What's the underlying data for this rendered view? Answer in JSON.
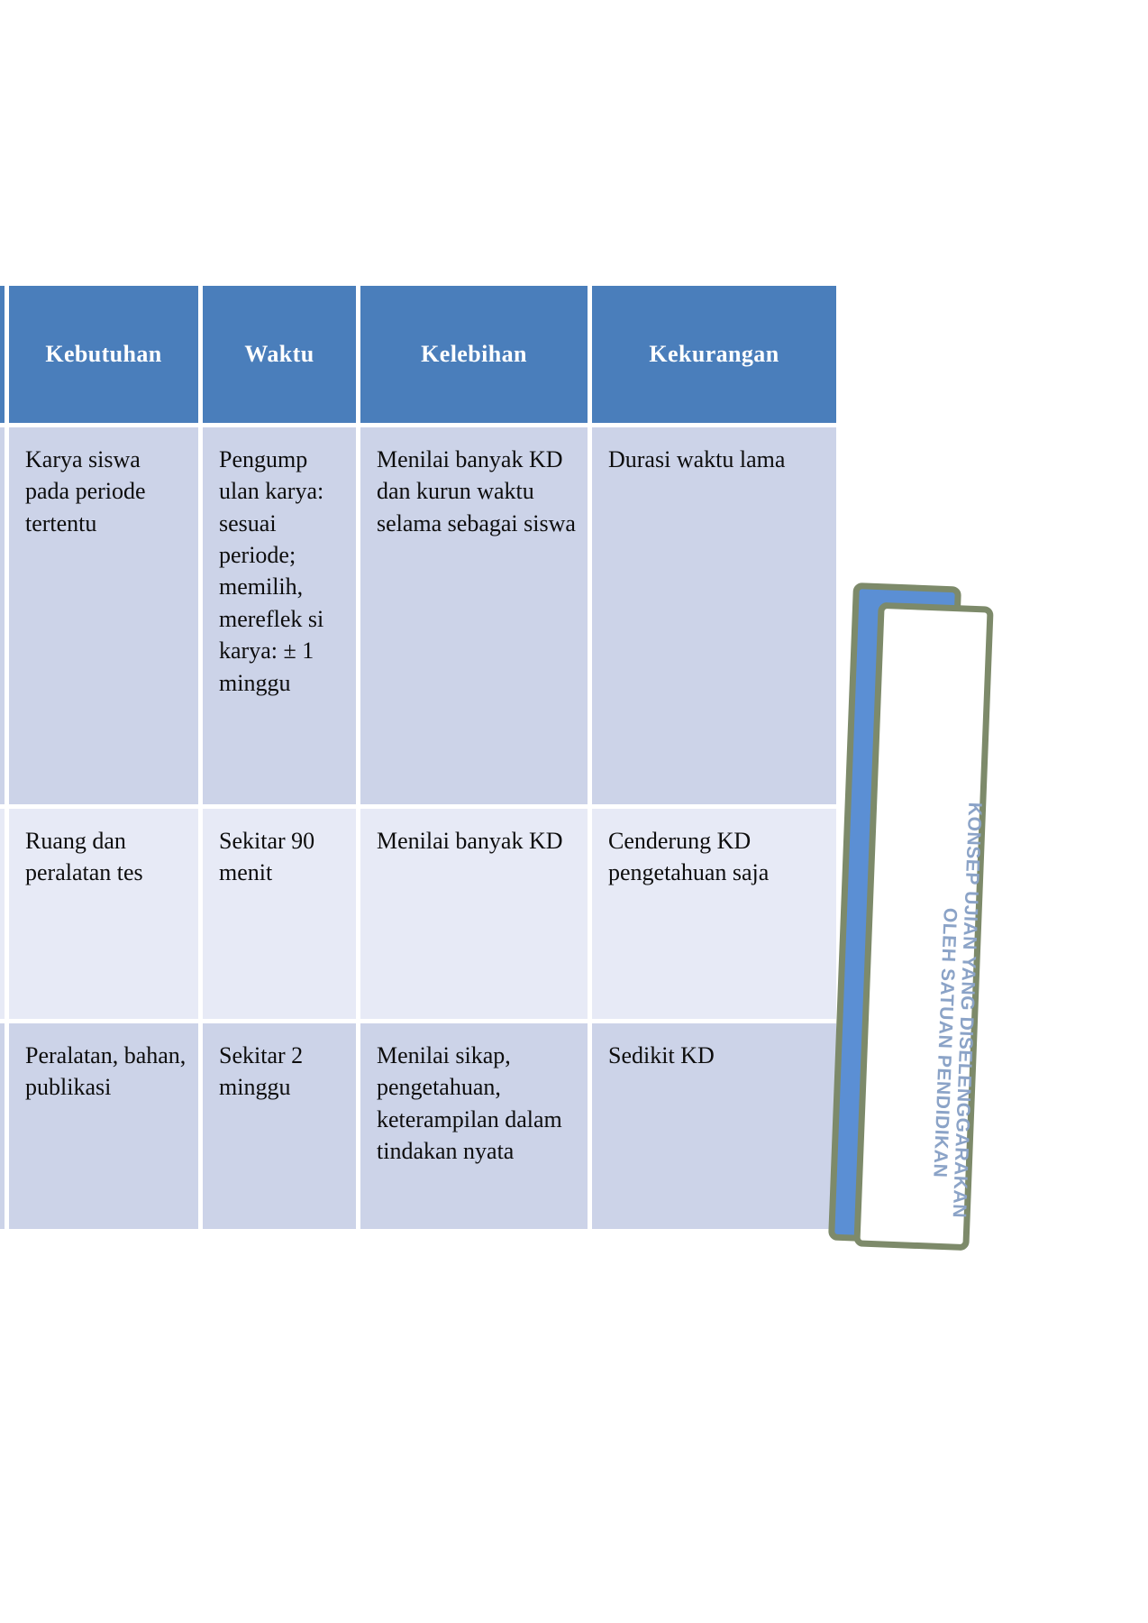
{
  "slide": {
    "background_color": "#ffffff",
    "accent_color": "#4a7ebb",
    "row_dark_color": "#ccd3e8",
    "row_light_color": "#e7eaf6",
    "banner_outline_color": "#7d8a6a",
    "banner_fill_color": "#5b8fd4",
    "banner_text_color": "#8ba3c7"
  },
  "table": {
    "headers": [
      "",
      "Kebutuhan",
      "Waktu",
      "Kelebihan",
      "Kekurangan"
    ],
    "rows": [
      {
        "shade": "dark",
        "cells": [
          "",
          "Karya siswa pada periode tertentu",
          "Pengump ulan karya: sesuai periode; memilih, mereflek si karya: ± 1 minggu",
          "Menilai banyak KD dan kurun waktu selama sebagai siswa",
          "Durasi waktu lama"
        ]
      },
      {
        "shade": "light",
        "cells": [
          "",
          "Ruang dan peralatan tes",
          "Sekitar 90 menit",
          "Menilai banyak KD",
          "Cenderung KD pengetahuan saja"
        ]
      },
      {
        "shade": "dark",
        "cells": [
          "",
          "Peralatan, bahan, publikasi",
          "Sekitar 2 minggu",
          "Menilai sikap, pengetahuan, keterampilan dalam tindakan nyata",
          "Sedikit KD"
        ]
      }
    ]
  },
  "banner": {
    "line1": "KONSEP UJIAN YANG DISELENGGARAKAN",
    "line2": "OLEH SATUAN PENDIDIKAN"
  }
}
